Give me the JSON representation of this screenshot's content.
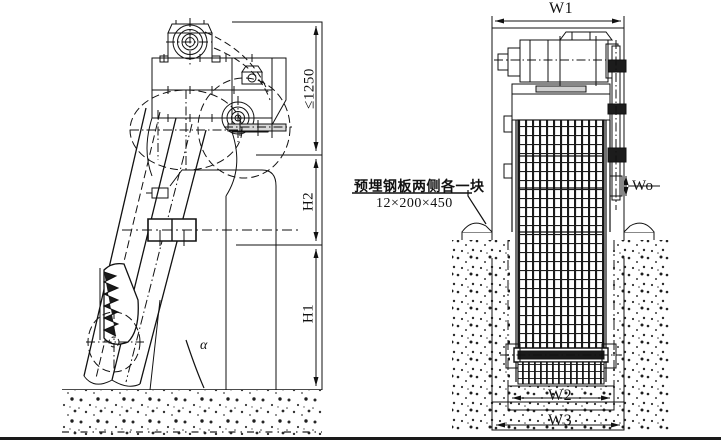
{
  "drawing": {
    "title": "Mechanical Bar Screen General Arrangement Drawing",
    "background_color": "#ffffff",
    "line_color": "#111111",
    "views": {
      "left": {
        "name": "side-elevation-view",
        "description": "Inclined bar screen side elevation with drive unit, rake chain and ground line"
      },
      "right": {
        "name": "front-elevation-view",
        "description": "Front elevation showing motor gearbox, screen grid panel and concrete channel"
      }
    }
  },
  "annotations": {
    "embedded_plate_note_cn": "预埋钢板两侧各一块",
    "embedded_plate_size": "12×200×450",
    "angle_symbol": "α"
  },
  "dimensions": {
    "clearance_height": "≤1250",
    "h2": "H2",
    "h1": "H1",
    "w1": "W1",
    "wo": "Wo",
    "w2": "W2",
    "w3": "W3"
  },
  "colors": {
    "ink": "#111111",
    "hatch": "#222222",
    "ground_fill": "#2a2a2a",
    "paper": "#ffffff"
  }
}
